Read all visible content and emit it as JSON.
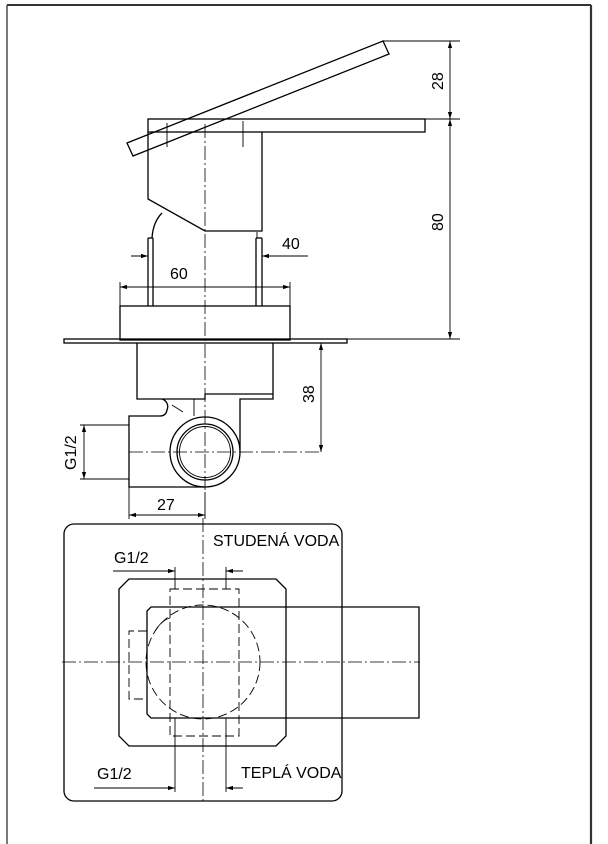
{
  "side_view": {
    "dimensions": {
      "lever_height": "28",
      "total_height": "80",
      "cartridge_width": "40",
      "base_width": "60",
      "body_depth": "38",
      "inlet_thread": "G1/2",
      "inlet_offset": "27"
    }
  },
  "top_view": {
    "cold_water_label": "STUDENÁ VODA",
    "hot_water_label": "TEPLÁ VODA",
    "cold_inlet_thread": "G1/2",
    "hot_inlet_thread": "G1/2"
  }
}
